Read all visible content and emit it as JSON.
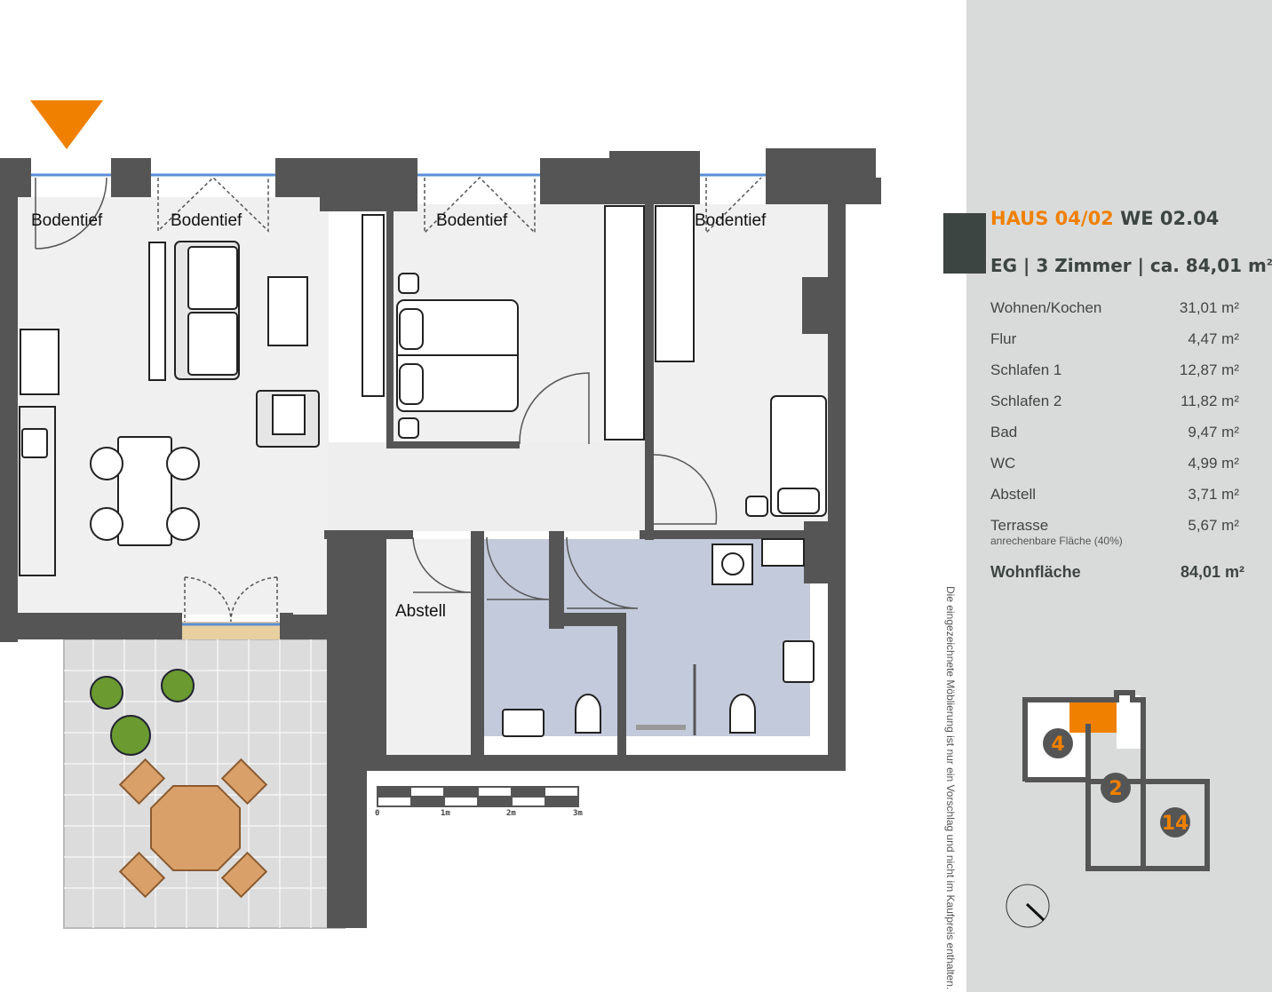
{
  "header": {
    "haus": "HAUS 04/02",
    "unit": "WE 02.04",
    "floor": "EG",
    "rooms_count": "3 Zimmer",
    "area_prefix": "ca. 84,01 m",
    "area_sup": "2"
  },
  "rooms": [
    {
      "name": "Wohnen/Kochen",
      "area": "31,01 m²"
    },
    {
      "name": "Flur",
      "area": "4,47 m²"
    },
    {
      "name": "Schlafen 1",
      "area": "12,87 m²"
    },
    {
      "name": "Schlafen 2",
      "area": "11,82 m²"
    },
    {
      "name": "Bad",
      "area": "9,47 m²"
    },
    {
      "name": "WC",
      "area": "4,99 m²"
    },
    {
      "name": "Abstell",
      "area": "3,71 m²"
    },
    {
      "name": "Terrasse",
      "area": "5,67 m²",
      "note": "anrechenbare Fläche (40%)"
    }
  ],
  "total": {
    "label": "Wohnfläche",
    "area": "84,01 m²"
  },
  "disclaimer": "Die eingezeichnete Möblierung ist nur ein Vorschlag und nicht im Kaufpreis enthalten.",
  "plan": {
    "window_labels": [
      "Bodentief",
      "Bodentief",
      "Bodentief",
      "Bodentief"
    ],
    "room_label_abstell": "Abstell",
    "scale_labels": [
      "0",
      "1m",
      "2m",
      "3m"
    ]
  },
  "keyplan": {
    "buildings": [
      "4",
      "2",
      "14"
    ]
  },
  "colors": {
    "accent": "#f08000",
    "wall": "#555555",
    "panel": "#d9dbda",
    "wet": "#c3cadb"
  },
  "icons": [
    "entrance-arrow-icon",
    "compass-icon"
  ]
}
